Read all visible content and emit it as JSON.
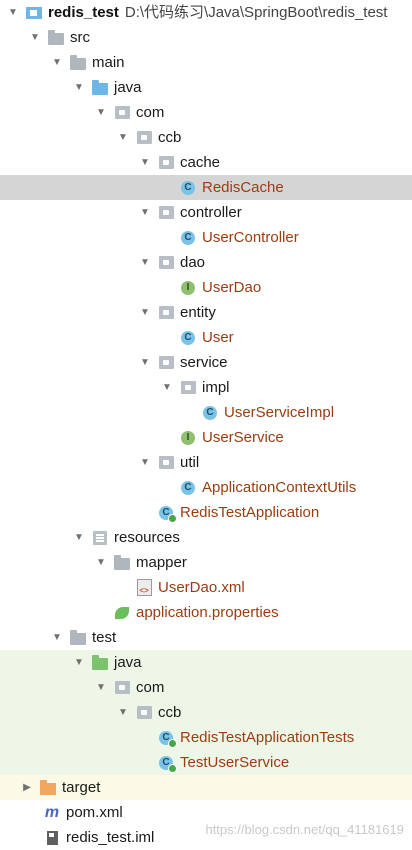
{
  "project": {
    "name": "redis_test",
    "path": "D:\\代码练习\\Java\\SpringBoot\\redis_test"
  },
  "nodes": {
    "src": "src",
    "main": "main",
    "java": "java",
    "com": "com",
    "ccb": "ccb",
    "cache": "cache",
    "redis_cache": "RedisCache",
    "controller": "controller",
    "user_controller": "UserController",
    "dao": "dao",
    "user_dao": "UserDao",
    "entity": "entity",
    "user": "User",
    "service": "service",
    "impl": "impl",
    "user_service_impl": "UserServiceImpl",
    "user_service": "UserService",
    "util": "util",
    "app_context_utils": "ApplicationContextUtils",
    "redis_test_application": "RedisTestApplication",
    "resources": "resources",
    "mapper": "mapper",
    "user_dao_xml": "UserDao.xml",
    "application_properties": "application.properties",
    "test": "test",
    "test_java": "java",
    "test_com": "com",
    "test_ccb": "ccb",
    "redis_test_application_tests": "RedisTestApplicationTests",
    "test_user_service": "TestUserService",
    "target": "target",
    "pom": "pom.xml",
    "iml": "redis_test.iml"
  },
  "icon_letters": {
    "class": "C",
    "interface": "I"
  },
  "watermark": "https://blog.csdn.net/qq_41181619",
  "colors": {
    "selection": "#d5d5d5",
    "test_bg": "#eef6e8",
    "excluded_bg": "#fbfae6",
    "class_text": "#9a3d13"
  }
}
